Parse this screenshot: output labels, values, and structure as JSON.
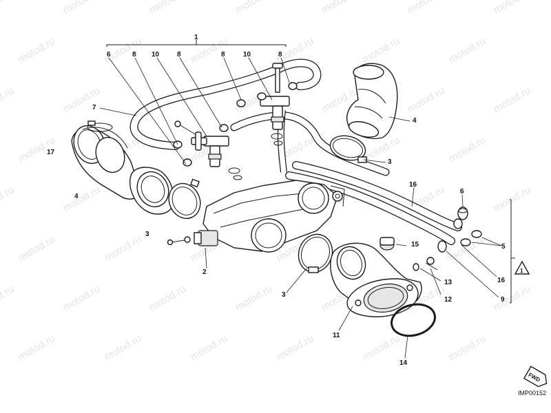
{
  "watermark": {
    "text": "motod.ru"
  },
  "callouts": {
    "c1_top": "1",
    "c6_top": "6",
    "c8_a": "8",
    "c10_a": "10",
    "c8_b": "8",
    "c8_c": "8",
    "c10_b": "10",
    "c8_d": "8",
    "c7": "7",
    "c17": "17",
    "c4_left": "4",
    "c4_right": "4",
    "c3_left": "3",
    "c3_mid": "3",
    "c3_right": "3",
    "c2": "2",
    "c16_top": "16",
    "c6_right": "6",
    "c5": "5",
    "c16_bottom": "16",
    "c9": "9",
    "c1_box": "1",
    "c15": "15",
    "c13": "13",
    "c12": "12",
    "c11": "11",
    "c14": "14"
  },
  "fwd_badge": {
    "text": "FWD"
  },
  "image_code": "IMP00152"
}
